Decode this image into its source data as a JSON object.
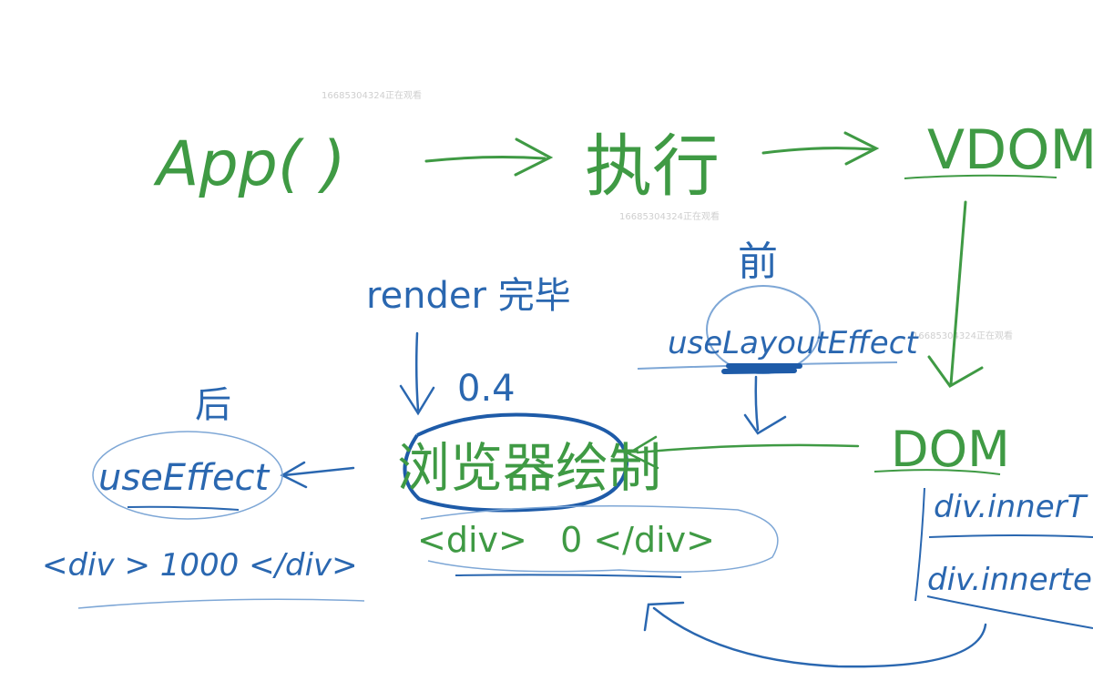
{
  "colors": {
    "green": "#3f9a44",
    "blue": "#2a67b0",
    "light_blue": "#7ea7d6",
    "dark_blue": "#1e5ba8",
    "watermark": "#cfcfcf"
  },
  "watermark": "16685304324正在观看",
  "flow": {
    "app": "App(  )",
    "execute": "执行",
    "vdom": "VDOM",
    "dom": "DOM"
  },
  "render": {
    "label": "render 完毕",
    "timing": "0.4"
  },
  "browser": {
    "label": "浏览器绘制",
    "div_initial": "<div>   0 </div>"
  },
  "layout_effect": {
    "before": "前",
    "name": "useLayoutEffect"
  },
  "effect": {
    "after": "后",
    "name": "useEffect",
    "div_result": "<div > 1000 </div>"
  },
  "dom_ops": {
    "line1": "div.innerT",
    "line2": "div.innerte"
  }
}
